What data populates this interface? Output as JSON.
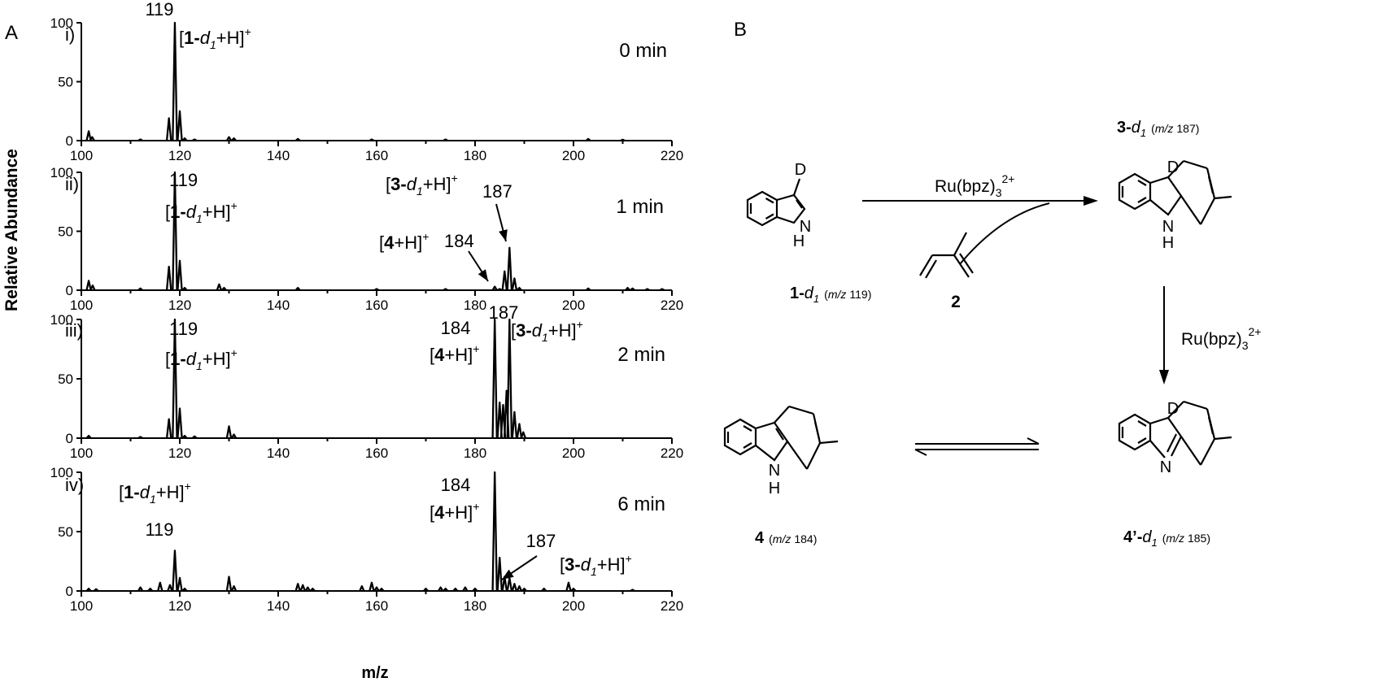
{
  "panel_a": {
    "letter": "A",
    "ylabel": "Relative Abundance",
    "xlabel": "m/z"
  },
  "panel_b": {
    "letter": "B",
    "catalyst_top": "Ru(bpz)",
    "catalyst_right": "Ru(bpz)",
    "catalyst_sub": "3",
    "catalyst_sup": "2+",
    "d_label": "D",
    "nh_label": "H",
    "n_label": "N",
    "compound_1": {
      "bold": "1",
      "dash": "-",
      "italic": "d",
      "sub": "1",
      "paren_open": "(",
      "mz": "m/z",
      "num": "119",
      "paren_close": ")"
    },
    "compound_2": {
      "bold": "2"
    },
    "compound_3": {
      "bold": "3",
      "dash": "-",
      "italic": "d",
      "sub": "1",
      "paren_open": "(",
      "mz": "m/z",
      "num": "187",
      "paren_close": ")"
    },
    "compound_4": {
      "bold": "4",
      "paren_open": "(",
      "mz": "m/z",
      "num": "184",
      "paren_close": ")"
    },
    "compound_4p": {
      "bold": "4’",
      "dash": "-",
      "italic": "d",
      "sub": "1",
      "paren_open": "(",
      "mz": "m/z",
      "num": "185",
      "paren_close": ")"
    }
  },
  "chart_data": [
    {
      "type": "line",
      "panel": "i)",
      "time_label": "0 min",
      "xlim": [
        100,
        220
      ],
      "ylim": [
        0,
        100
      ],
      "x_ticks": [
        100,
        120,
        140,
        160,
        180,
        200,
        220
      ],
      "y_ticks": [
        0,
        50,
        100
      ],
      "peaks": [
        [
          101.5,
          8
        ],
        [
          102.2,
          3
        ],
        [
          112,
          1
        ],
        [
          117.8,
          19
        ],
        [
          119,
          100
        ],
        [
          120,
          25
        ],
        [
          121,
          2
        ],
        [
          123,
          1
        ],
        [
          130,
          3
        ],
        [
          131,
          2
        ],
        [
          144,
          1.5
        ],
        [
          159,
          1
        ],
        [
          174,
          1
        ],
        [
          203,
          1.5
        ],
        [
          210,
          0.8
        ]
      ],
      "annotations": [
        {
          "name": "peak-119-number",
          "text": "119"
        },
        {
          "name": "peak-119-ion",
          "bold": "1",
          "italic": "d",
          "sub": "1",
          "sup": "+"
        }
      ]
    },
    {
      "type": "line",
      "panel": "ii)",
      "time_label": "1 min",
      "xlim": [
        100,
        220
      ],
      "ylim": [
        0,
        100
      ],
      "x_ticks": [
        100,
        120,
        140,
        160,
        180,
        200,
        220
      ],
      "y_ticks": [
        0,
        50,
        100
      ],
      "peaks": [
        [
          101.5,
          8
        ],
        [
          102.3,
          4
        ],
        [
          112,
          1.5
        ],
        [
          117.8,
          20
        ],
        [
          119,
          100
        ],
        [
          120,
          25
        ],
        [
          121,
          2
        ],
        [
          128,
          5
        ],
        [
          129,
          2
        ],
        [
          144,
          2
        ],
        [
          160,
          1
        ],
        [
          174,
          1
        ],
        [
          184,
          3
        ],
        [
          185,
          1
        ],
        [
          186,
          16
        ],
        [
          187,
          36
        ],
        [
          188,
          10
        ],
        [
          189,
          2
        ],
        [
          203,
          1.5
        ],
        [
          211,
          2
        ],
        [
          212,
          1.5
        ],
        [
          215,
          1
        ],
        [
          218,
          1
        ]
      ],
      "annotations": [
        {
          "name": "peak-119-number",
          "text": "119"
        },
        {
          "name": "peak-119-ion",
          "bold": "1",
          "italic": "d",
          "sub": "1",
          "sup": "+"
        },
        {
          "name": "peak-187-ion",
          "bold": "3",
          "italic": "d",
          "sub": "1",
          "sup": "+"
        },
        {
          "name": "peak-187-number",
          "text": "187"
        },
        {
          "name": "peak-184-ion",
          "bold": "4",
          "sup": "+"
        },
        {
          "name": "peak-184-number",
          "text": "184"
        }
      ]
    },
    {
      "type": "line",
      "panel": "iii)",
      "time_label": "2 min",
      "xlim": [
        100,
        220
      ],
      "ylim": [
        0,
        100
      ],
      "x_ticks": [
        100,
        120,
        140,
        160,
        180,
        200,
        220
      ],
      "y_ticks": [
        0,
        50,
        100
      ],
      "peaks": [
        [
          101.5,
          2
        ],
        [
          112,
          1
        ],
        [
          117.8,
          16
        ],
        [
          119,
          100
        ],
        [
          120,
          25
        ],
        [
          121,
          2
        ],
        [
          123,
          1.5
        ],
        [
          130,
          10
        ],
        [
          131,
          3
        ],
        [
          184,
          100
        ],
        [
          185,
          30
        ],
        [
          185.7,
          28
        ],
        [
          186.4,
          40
        ],
        [
          187,
          100
        ],
        [
          188,
          22
        ],
        [
          189,
          12
        ],
        [
          189.8,
          5
        ]
      ],
      "annotations": [
        {
          "name": "peak-119-number",
          "text": "119"
        },
        {
          "name": "peak-119-ion",
          "bold": "1",
          "italic": "d",
          "sub": "1",
          "sup": "+"
        },
        {
          "name": "peak-184-number",
          "text": "184"
        },
        {
          "name": "peak-184-ion",
          "bold": "4",
          "sup": "+"
        },
        {
          "name": "peak-187-number",
          "text": "187"
        },
        {
          "name": "peak-187-ion",
          "bold": "3",
          "italic": "d",
          "sub": "1",
          "sup": "+"
        }
      ]
    },
    {
      "type": "line",
      "panel": "iv)",
      "time_label": "6 min",
      "xlim": [
        100,
        220
      ],
      "ylim": [
        0,
        100
      ],
      "x_ticks": [
        100,
        120,
        140,
        160,
        180,
        200,
        220
      ],
      "y_ticks": [
        0,
        50,
        100
      ],
      "peaks": [
        [
          101.5,
          2
        ],
        [
          103,
          1.5
        ],
        [
          112,
          3
        ],
        [
          114,
          2
        ],
        [
          116,
          7
        ],
        [
          118,
          5
        ],
        [
          119,
          34
        ],
        [
          120,
          11
        ],
        [
          121,
          2
        ],
        [
          130,
          12
        ],
        [
          131,
          4
        ],
        [
          144,
          6
        ],
        [
          145,
          5
        ],
        [
          146,
          3
        ],
        [
          147,
          2
        ],
        [
          157,
          4
        ],
        [
          159,
          7
        ],
        [
          160,
          3
        ],
        [
          161,
          2
        ],
        [
          170,
          2
        ],
        [
          173,
          3
        ],
        [
          174,
          2
        ],
        [
          176,
          2
        ],
        [
          178,
          3
        ],
        [
          180,
          2
        ],
        [
          184,
          100
        ],
        [
          185,
          28
        ],
        [
          186,
          12
        ],
        [
          187,
          11
        ],
        [
          188,
          6
        ],
        [
          189,
          4
        ],
        [
          190,
          2
        ],
        [
          194,
          2
        ],
        [
          199,
          7
        ],
        [
          200,
          2
        ],
        [
          212,
          1
        ]
      ],
      "annotations": [
        {
          "name": "peak-119-ion",
          "bold": "1",
          "italic": "d",
          "sub": "1",
          "sup": "+"
        },
        {
          "name": "peak-119-number",
          "text": "119"
        },
        {
          "name": "peak-184-number",
          "text": "184"
        },
        {
          "name": "peak-184-ion",
          "bold": "4",
          "sup": "+"
        },
        {
          "name": "peak-187-number",
          "text": "187"
        },
        {
          "name": "peak-187-ion",
          "bold": "3",
          "italic": "d",
          "sub": "1",
          "sup": "+"
        }
      ]
    }
  ]
}
